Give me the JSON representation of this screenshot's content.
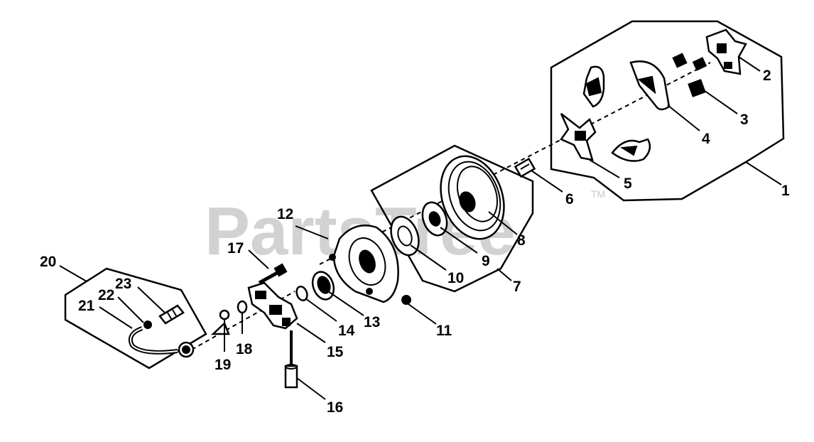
{
  "watermark": {
    "text": "PartsTree",
    "trademark": "TM"
  },
  "callouts": [
    "1",
    "2",
    "3",
    "4",
    "5",
    "6",
    "7",
    "8",
    "9",
    "10",
    "11",
    "12",
    "13",
    "14",
    "15",
    "16",
    "17",
    "18",
    "19",
    "20",
    "21",
    "22",
    "23"
  ]
}
